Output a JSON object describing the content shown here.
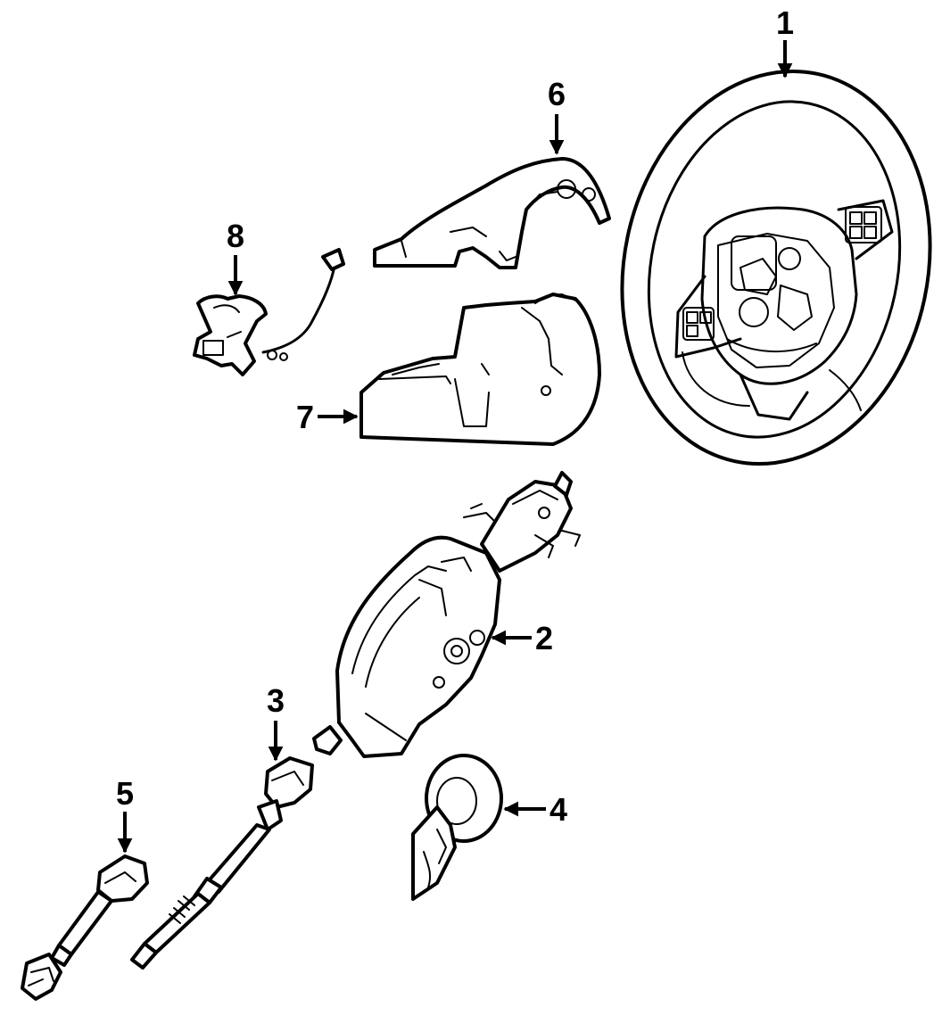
{
  "diagram": {
    "callouts": [
      {
        "id": "1",
        "label": "1",
        "part": "steering-wheel"
      },
      {
        "id": "2",
        "label": "2",
        "part": "steering-column"
      },
      {
        "id": "3",
        "label": "3",
        "part": "intermediate-shaft"
      },
      {
        "id": "4",
        "label": "4",
        "part": "boot-seal"
      },
      {
        "id": "5",
        "label": "5",
        "part": "lower-shaft"
      },
      {
        "id": "6",
        "label": "6",
        "part": "upper-cover"
      },
      {
        "id": "7",
        "label": "7",
        "part": "lower-cover"
      },
      {
        "id": "8",
        "label": "8",
        "part": "clockspring"
      }
    ]
  }
}
